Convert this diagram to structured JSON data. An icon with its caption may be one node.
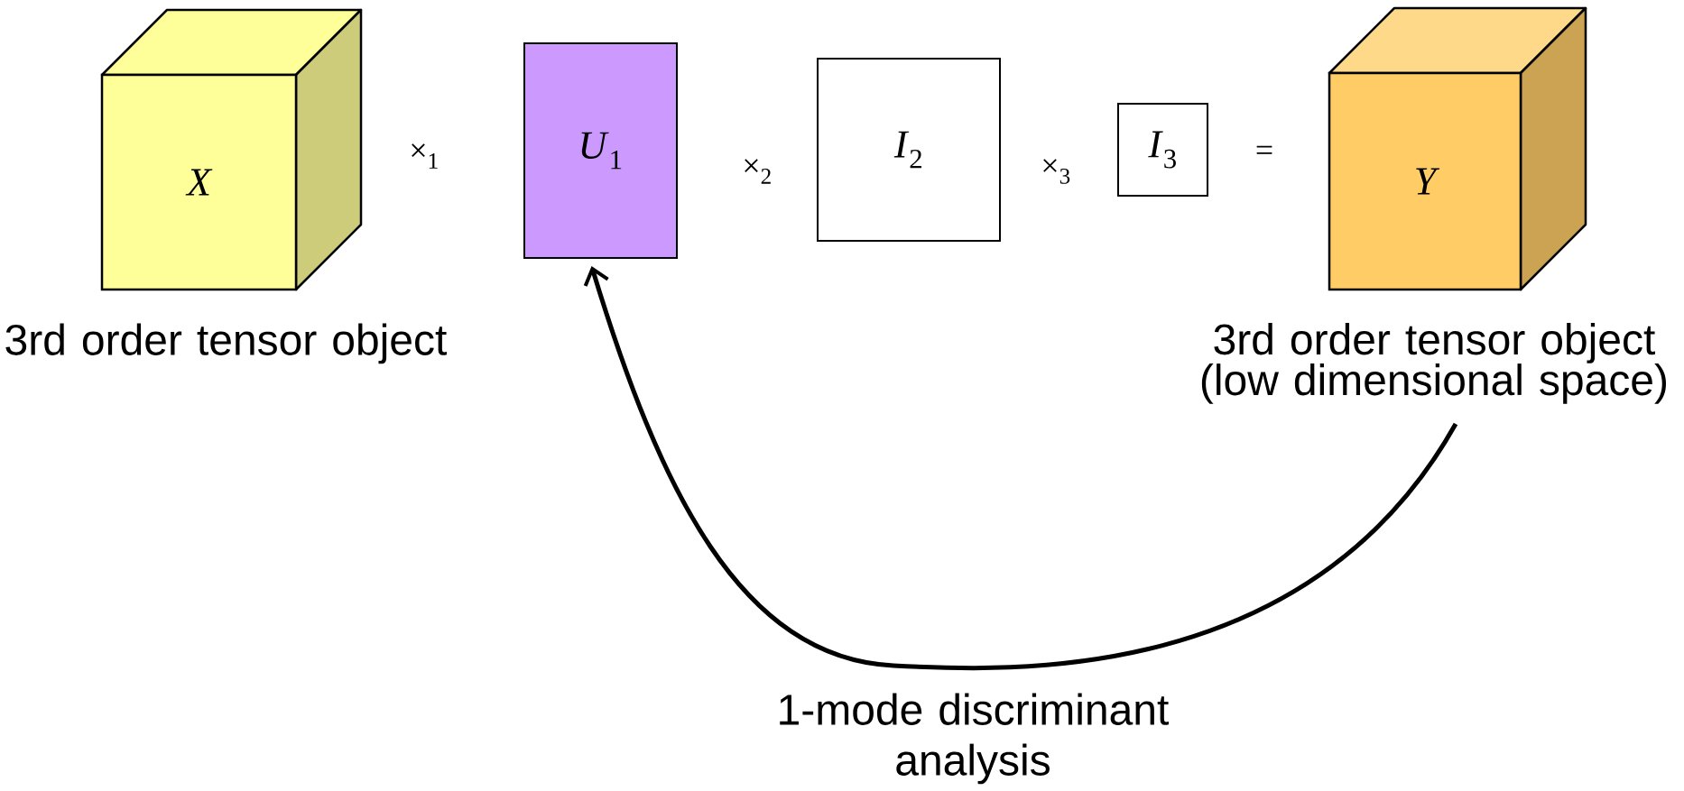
{
  "diagram": {
    "nodes": [
      {
        "text": [
          "X"
        ],
        "beside": [
          "3rd order tensor object"
        ]
      },
      {
        "text": [
          "*U*$_{1}$"
        ]
      },
      {
        "text": [
          "*I*$_{2}$"
        ]
      },
      {
        "text": [
          "*I*$_{3}$"
        ]
      },
      {
        "text": [
          "Y"
        ],
        "beside": [
          "3rd order tensor object (low dimensional space)"
        ]
      }
    ],
    "edges": [
      {
        "from": 4,
        "to": 1,
        "arrow": "to",
        "label": "1-mode discriminant analysis"
      }
    ],
    "labels": [
      "×$_{1}$",
      "×$_{2}$",
      "×$_{3}$",
      "="
    ]
  }
}
